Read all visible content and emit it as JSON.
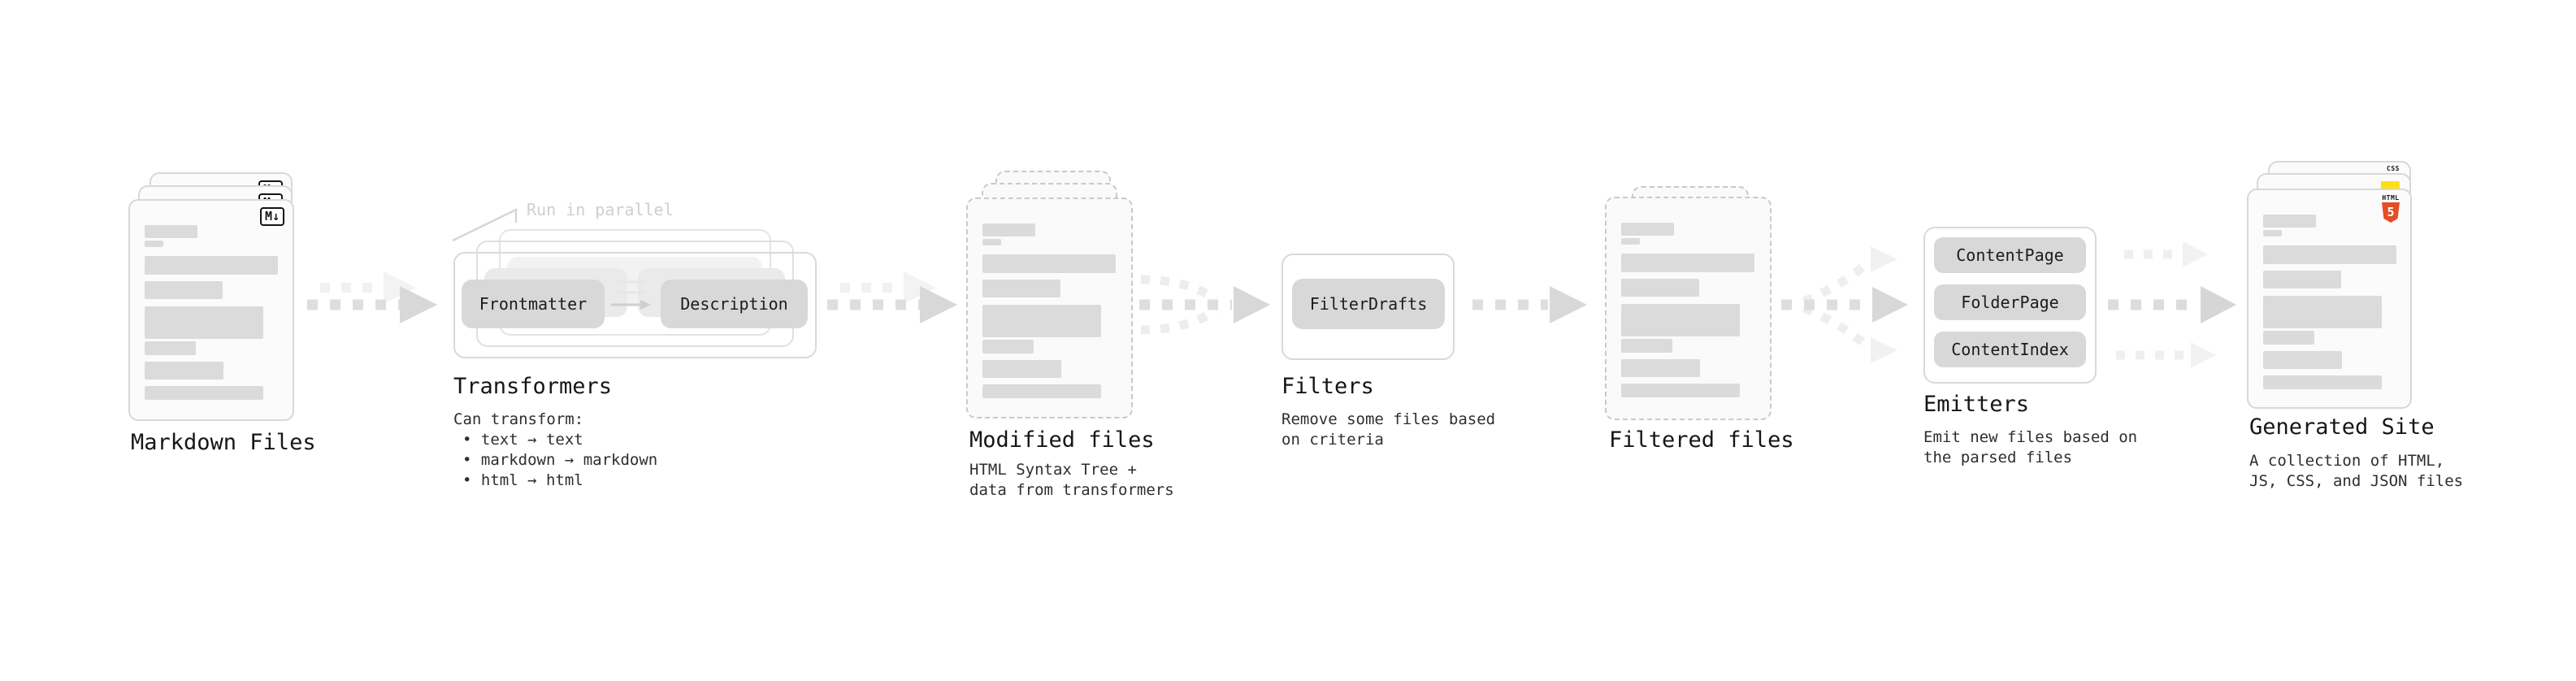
{
  "stages": {
    "markdown_files": {
      "label": "Markdown Files",
      "badge": "M↓"
    },
    "transformers": {
      "label": "Transformers",
      "callout": "Run in parallel",
      "pill_frontmatter": "Frontmatter",
      "pill_description": "Description",
      "desc_title": "Can transform:",
      "bullets": [
        "• text → text",
        "• markdown → markdown",
        "• html → html"
      ]
    },
    "modified_files": {
      "label": "Modified files",
      "desc_line1": "HTML Syntax Tree +",
      "desc_line2": "data from transformers"
    },
    "filters": {
      "label": "Filters",
      "pill": "FilterDrafts",
      "desc_line1": "Remove some files based",
      "desc_line2": "on criteria"
    },
    "filtered_files": {
      "label": "Filtered files"
    },
    "emitters": {
      "label": "Emitters",
      "pills": [
        "ContentPage",
        "FolderPage",
        "ContentIndex"
      ],
      "desc_line1": "Emit new files based on",
      "desc_line2": "the parsed files"
    },
    "generated_site": {
      "label": "Generated Site",
      "desc_line1": "A collection of HTML,",
      "desc_line2": "JS, CSS, and JSON files",
      "badge_css": "CSS",
      "badge_html_label": "HTML",
      "badge_html_number": "5"
    }
  },
  "colors": {
    "html5_orange": "#e44d26",
    "js_yellow": "#ffde17",
    "css_blue": "#2965f1",
    "doc_border": "#d8d8d8",
    "bar_fill": "#dbdbdb",
    "arrow_main": "#dedede",
    "arrow_faint": "#f1f1f1",
    "pill_fill": "#d8d8d8"
  }
}
